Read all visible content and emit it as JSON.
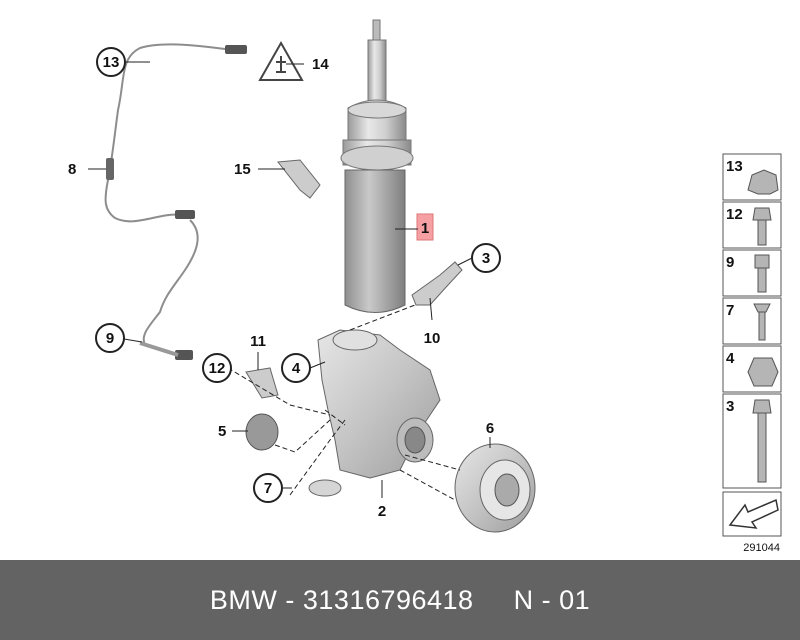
{
  "diagram": {
    "callouts": [
      {
        "id": "13",
        "label": "13"
      },
      {
        "id": "14",
        "label": "14"
      },
      {
        "id": "8",
        "label": "8"
      },
      {
        "id": "15",
        "label": "15"
      },
      {
        "id": "1",
        "label": "1"
      },
      {
        "id": "3",
        "label": "3"
      },
      {
        "id": "10",
        "label": "10"
      },
      {
        "id": "9",
        "label": "9"
      },
      {
        "id": "11",
        "label": "11"
      },
      {
        "id": "4",
        "label": "4"
      },
      {
        "id": "12",
        "label": "12"
      },
      {
        "id": "5",
        "label": "5"
      },
      {
        "id": "6",
        "label": "6"
      },
      {
        "id": "7",
        "label": "7"
      },
      {
        "id": "2",
        "label": "2"
      }
    ],
    "legend": [
      {
        "id": "13",
        "label": "13"
      },
      {
        "id": "12",
        "label": "12"
      },
      {
        "id": "9",
        "label": "9"
      },
      {
        "id": "7",
        "label": "7"
      },
      {
        "id": "4",
        "label": "4"
      },
      {
        "id": "3",
        "label": "3"
      }
    ],
    "drawing_code": "291044",
    "highlight_color": "#f6a0a4"
  },
  "footer": {
    "brand": "BMW",
    "separator": "-",
    "part_number": "31316796418",
    "position_code": "N - 01"
  }
}
